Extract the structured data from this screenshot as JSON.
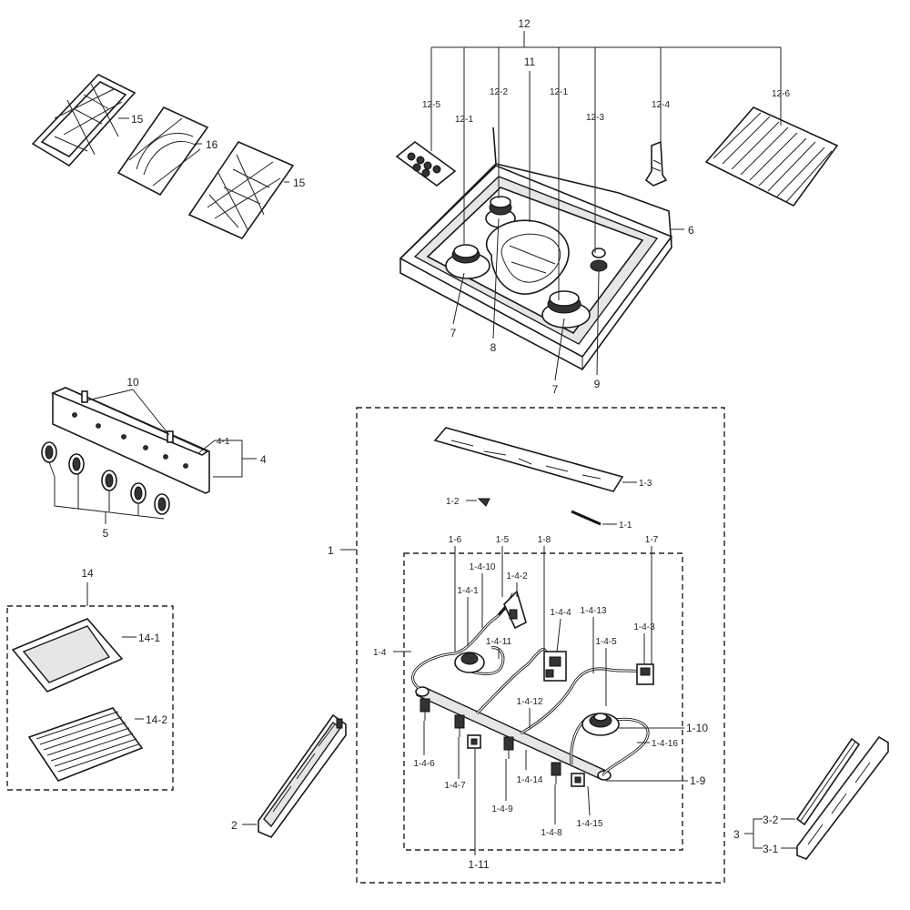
{
  "labels": {
    "l12": "12",
    "l12_5": "12-5",
    "l12_1a": "12-1",
    "l12_2": "12-2",
    "l11": "11",
    "l12_1b": "12-1",
    "l12_3": "12-3",
    "l12_4": "12-4",
    "l12_6": "12-6",
    "l15a": "15",
    "l16": "16",
    "l15b": "15",
    "l6": "6",
    "l7a": "7",
    "l8": "8",
    "l7b": "7",
    "l9": "9",
    "l10": "10",
    "l4_1": "4-1",
    "l4": "4",
    "l5": "5",
    "l14": "14",
    "l14_1": "14-1",
    "l14_2": "14-2",
    "l1": "1",
    "l1_3": "1-3",
    "l1_2": "1-2",
    "l1_1": "1-1",
    "l1_6": "1-6",
    "l1_5": "1-5",
    "l1_8": "1-8",
    "l1_7": "1-7",
    "l1_4_10": "1-4-10",
    "l1_4_2": "1-4-2",
    "l1_4_1": "1-4-1",
    "l1_4_4": "1-4-4",
    "l1_4_13": "1-4-13",
    "l1_4_3": "1-4-3",
    "l1_4_11": "1-4-11",
    "l1_4_5": "1-4-5",
    "l1_4": "1-4",
    "l1_4_12": "1-4-12",
    "l1_10": "1-10",
    "l1_4_16": "1-4-16",
    "l1_4_6": "1-4-6",
    "l1_4_7": "1-4-7",
    "l1_4_14": "1-4-14",
    "l1_9": "1-9",
    "l1_4_9": "1-4-9",
    "l1_4_8": "1-4-8",
    "l1_4_15": "1-4-15",
    "l1_11": "1-11",
    "l2": "2",
    "l3": "3",
    "l3_2": "3-2",
    "l3_1": "3-1"
  }
}
